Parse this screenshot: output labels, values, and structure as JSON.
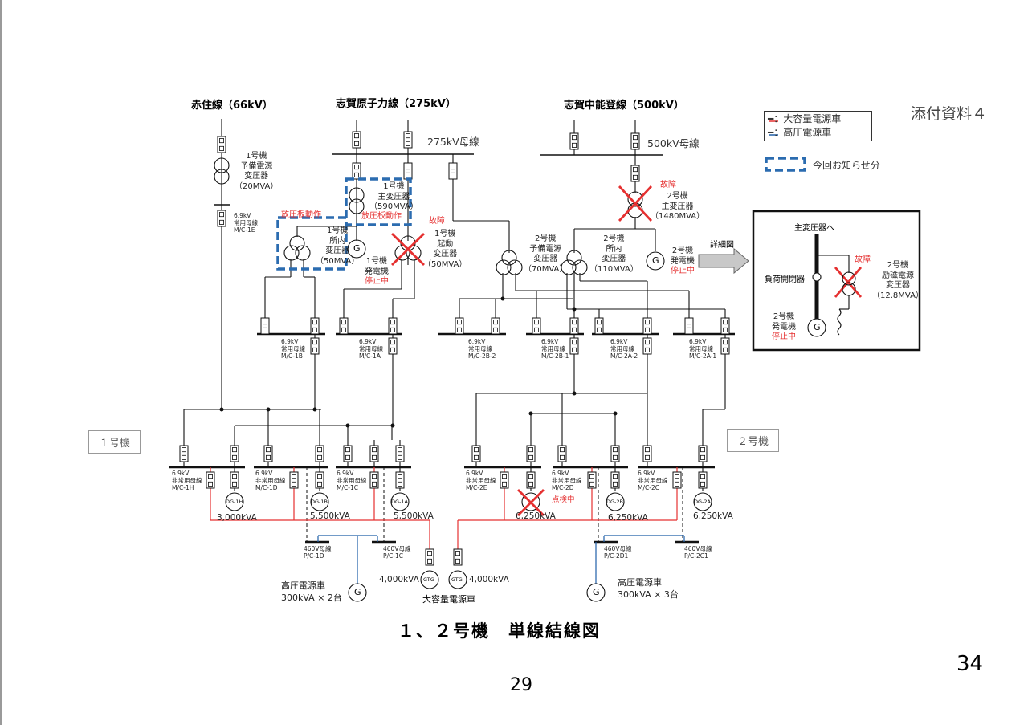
{
  "page": {
    "title": "１、２号機　単線結線図",
    "page_number_small": "29",
    "page_number_large": "34",
    "appendix_label": "添付資料４"
  },
  "legend": {
    "red_line": "━：大容量電源車",
    "blue_line": "━：高圧電源車",
    "dashed_box": "今回お知らせ分"
  },
  "colors": {
    "red": "#e53030",
    "blue": "#1f5fa8",
    "dashed_blue": "#2b6cb0",
    "black": "#111111"
  },
  "lines": {
    "akazumi": "赤住線（66kV）",
    "shika_genshiryoku": "志賀原子力線（275kV）",
    "shika_chunou": "志賀中能登線（500kV）"
  },
  "buses": {
    "bus_275": "275kV母線",
    "bus_500": "500kV母線"
  },
  "transformers": {
    "u1_reserve": [
      "1号機",
      "予備電源",
      "変圧器",
      "（20MVA）"
    ],
    "u1_main": [
      "1号機",
      "主変圧器",
      "（590MVA）"
    ],
    "u1_main_note": "放圧板動作",
    "u1_house": [
      "1号機",
      "所内",
      "変圧器",
      "（50MVA）"
    ],
    "u1_house_note": "放圧板動作",
    "u1_startup": [
      "1号機",
      "起動",
      "変圧器",
      "（50MVA）"
    ],
    "u1_startup_note": "故障",
    "u1_gen": [
      "1号機",
      "発電機"
    ],
    "u1_gen_note": "停止中",
    "u2_main": [
      "2号機",
      "主変圧器",
      "（1480MVA）"
    ],
    "u2_main_note": "故障",
    "u2_reserve": [
      "2号機",
      "予備電源",
      "変圧器",
      "（70MVA）"
    ],
    "u2_house": [
      "2号機",
      "所内",
      "変圧器",
      "（110MVA）"
    ],
    "u2_gen": [
      "2号機",
      "発電機"
    ],
    "u2_gen_note": "停止中",
    "gen_symbol": "G"
  },
  "detail": {
    "arrow_label": "詳細図",
    "to_main": "主変圧器へ",
    "load_switch": "負荷開閉器",
    "fault": "故障",
    "excitation": [
      "2号機",
      "励磁電源",
      "変圧器",
      "（12.8MVA）"
    ],
    "gen": [
      "2号機",
      "発電機"
    ],
    "gen_note": "停止中"
  },
  "normal_buses": {
    "mc1e": [
      "6.9kV",
      "常用母線",
      "M/C-1E"
    ],
    "mc1b": [
      "6.9kV",
      "常用母線",
      "M/C-1B"
    ],
    "mc1a": [
      "6.9kV",
      "常用母線",
      "M/C-1A"
    ],
    "mc2b2": [
      "6.9kV",
      "常用母線",
      "M/C-2B-2"
    ],
    "mc2b1": [
      "6.9kV",
      "常用母線",
      "M/C-2B-1"
    ],
    "mc2a2": [
      "6.9kV",
      "常用母線",
      "M/C-2A-2"
    ],
    "mc2a1": [
      "6.9kV",
      "常用母線",
      "M/C-2A-1"
    ]
  },
  "units": {
    "u1": "１号機",
    "u2": "２号機"
  },
  "emergency_buses": {
    "mc1h": [
      "6.9kV",
      "非常用母線",
      "M/C-1H"
    ],
    "mc1d": [
      "6.9kV",
      "非常用母線",
      "M/C-1D"
    ],
    "mc1c": [
      "6.9kV",
      "非常用母線",
      "M/C-1C"
    ],
    "mc2e": [
      "6.9kV",
      "非常用母線",
      "M/C-2E"
    ],
    "mc2d": [
      "6.9kV",
      "非常用母線",
      "M/C-2D"
    ],
    "mc2d_note": "点検中",
    "mc2c": [
      "6.9kV",
      "非常用母線",
      "M/C-2C"
    ]
  },
  "diesel": {
    "dg1h": "DG-1H",
    "dg1b": "DG-1B",
    "dg1a": "DG-1A",
    "dg2b": "DG-2B",
    "dg2a": "DG-2A",
    "kva_1h": "3,000kVA",
    "kva_1b": "5,500kVA",
    "kva_1a": "5,500kVA",
    "kva_2d": "6,250kVA",
    "kva_2b": "6,250kVA",
    "kva_2a": "6,250kVA"
  },
  "pc_buses": {
    "pc1d": [
      "460V母線",
      "P/C-1D"
    ],
    "pc1c": [
      "460V母線",
      "P/C-1C"
    ],
    "pc2d1": [
      "460V母線",
      "P/C-2D1"
    ],
    "pc2c1": [
      "460V母線",
      "P/C-2C1"
    ]
  },
  "power_trucks": {
    "gtg": "GTG",
    "gtg_left_kva": "4,000kVA",
    "gtg_right_kva": "4,000kVA",
    "large_truck": "大容量電源車",
    "hv_truck_left": [
      "高圧電源車",
      "300kVA × 2台"
    ],
    "hv_truck_right": [
      "高圧電源車",
      "300kVA × 3台"
    ]
  }
}
